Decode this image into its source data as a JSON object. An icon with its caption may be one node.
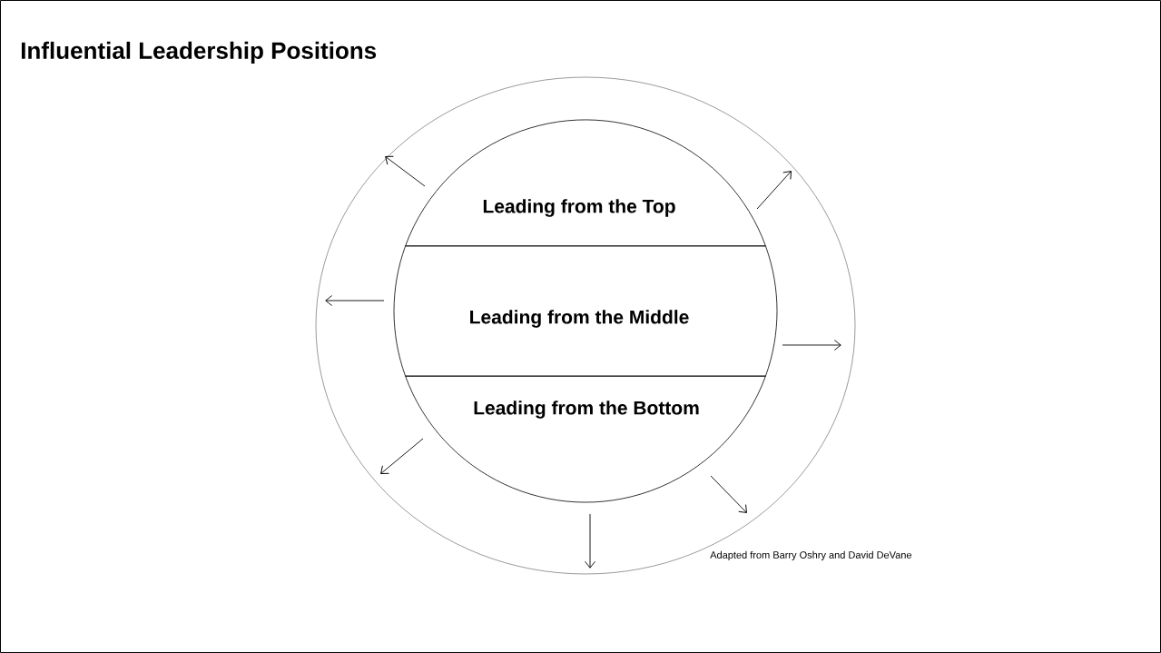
{
  "diagram": {
    "title": "Influential Leadership Positions",
    "nodes": [
      {
        "text": [],
        "shape": "circle"
      },
      {
        "text": [
          "Leading from the Top"
        ],
        "in": 0
      },
      {
        "text": [
          "Leading from the Middle"
        ],
        "in": 0
      },
      {
        "text": [
          "Leading from the Bottom"
        ],
        "in": 0
      }
    ],
    "labels": [
      "Adapted from Barry Oshry and David DeVane"
    ]
  }
}
